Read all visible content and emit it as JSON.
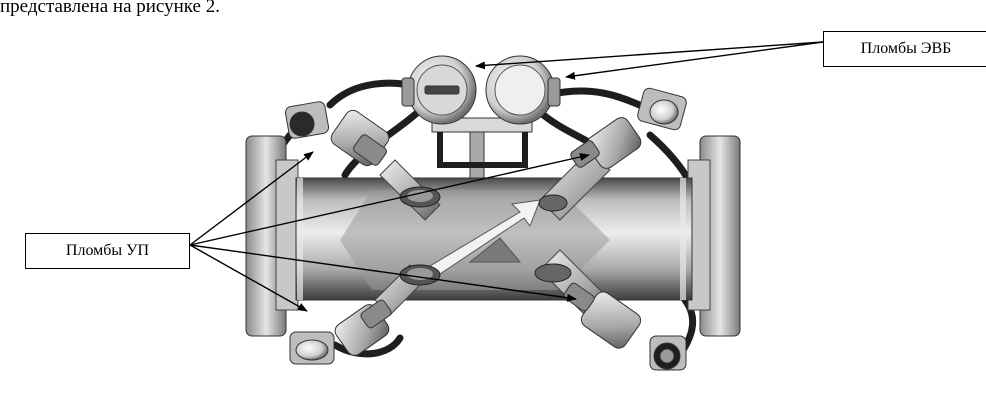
{
  "document": {
    "intro_text": "представлена на рисунке 2.",
    "callouts": {
      "evb_seals": "Пломбы ЭВБ",
      "up_seals": "Пломбы УП"
    }
  },
  "figure": {
    "subject": "ultrasonic flowmeter with converters and electronic unit",
    "colors": {
      "pipe_light": "#dcdcdc",
      "pipe_dark": "#6e6e6e",
      "cable": "#222222",
      "line": "#000000"
    }
  }
}
